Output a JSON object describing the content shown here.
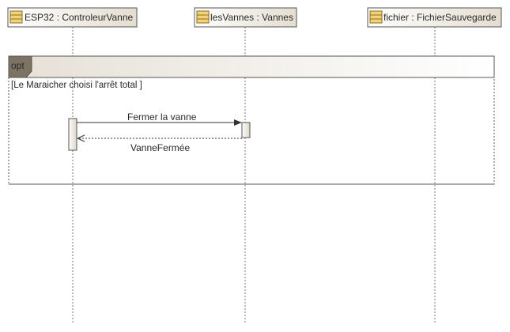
{
  "lifelines": [
    {
      "label": "ESP32 : ControleurVanne"
    },
    {
      "label": "lesVannes : Vannes"
    },
    {
      "label": "fichier : FichierSauvegarde"
    }
  ],
  "fragment": {
    "operator": "opt",
    "guard": "[Le Maraicher choisi l'arrêt total ]"
  },
  "messages": [
    {
      "label": "Fermer la vanne",
      "kind": "synchronous"
    },
    {
      "label": "VanneFermée",
      "kind": "return"
    }
  ],
  "colors": {
    "header_fill": "#f7f3e8",
    "class_icon": "#f4d27a",
    "fragment_tab": "#7d7364",
    "lifeline": "#777777",
    "activation_fill": "#ece6dc"
  }
}
